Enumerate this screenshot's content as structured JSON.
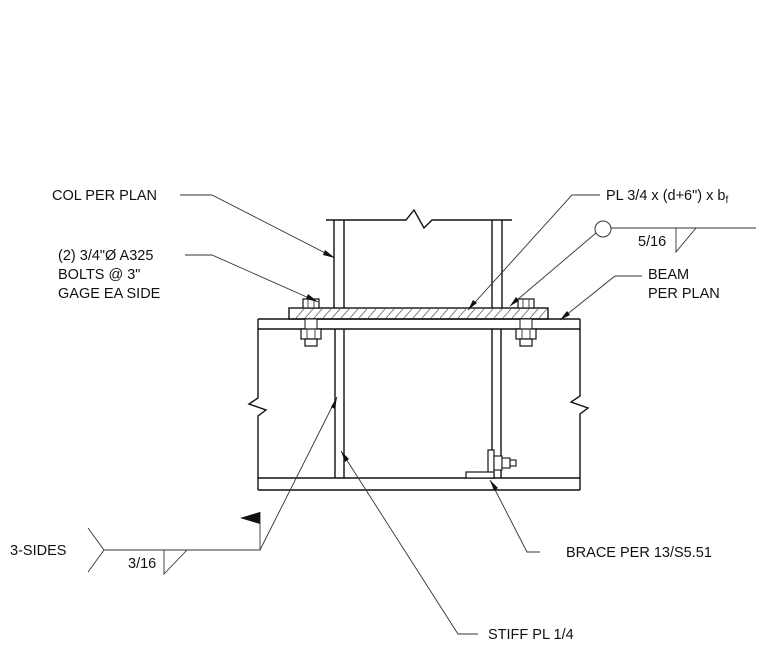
{
  "labels": {
    "col": "COL PER PLAN",
    "bolts_1": "(2) 3/4\"Ø A325",
    "bolts_2": "BOLTS @ 3\"",
    "bolts_3": "GAGE EA SIDE",
    "plate": "PL 3/4 x (d+6\") x b",
    "plate_sub": "f",
    "weld_top": "5/16",
    "beam_1": "BEAM",
    "beam_2": "PER PLAN",
    "three_sides": "3-SIDES",
    "weld_bottom": "3/16",
    "brace": "BRACE PER 13/S5.51",
    "stiff": "STIFF PL 1/4"
  },
  "icons": [
    "field-weld-flag-icon",
    "weld-all-around-circle-icon"
  ]
}
